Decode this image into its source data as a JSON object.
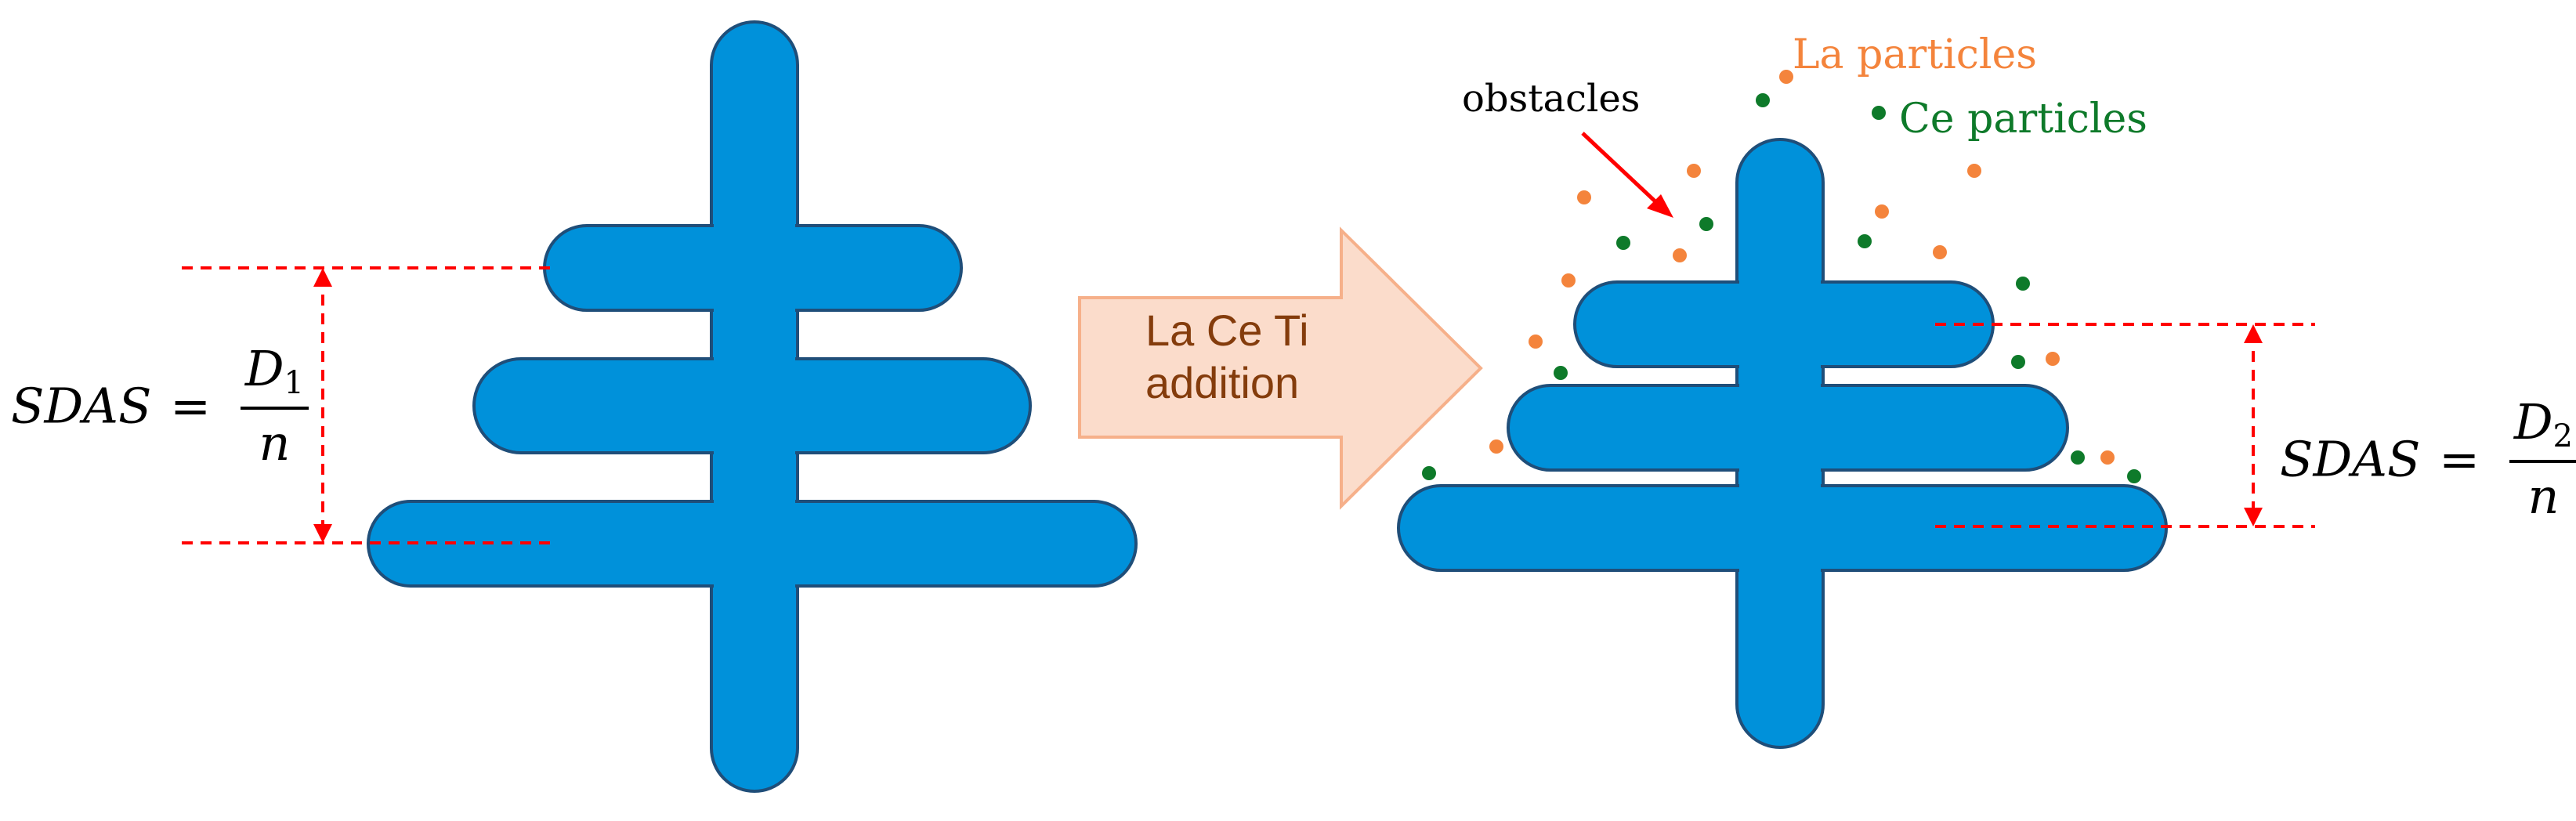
{
  "colors": {
    "dendrite_fill": "#0091da",
    "dendrite_stroke": "#1f4e79",
    "guide_line": "#ff0000",
    "la_particle": "#f4843c",
    "ce_particle": "#0e7a2a",
    "arrow_fill": "#fbdccb",
    "arrow_stroke": "#f6b08a",
    "arrow_text": "#843c0c"
  },
  "left_formula": {
    "lhs": "SDAS",
    "eq": "=",
    "num_var": "D",
    "num_sub": "1",
    "den": "n"
  },
  "right_formula": {
    "lhs": "SDAS",
    "eq": "=",
    "num_var": "D",
    "num_sub": "2",
    "den": "n"
  },
  "big_arrow": {
    "line1": "La Ce Ti",
    "line2": "addition"
  },
  "labels": {
    "la_particles": "La particles",
    "ce_particles": "Ce particles",
    "obstacles": "obstacles"
  }
}
